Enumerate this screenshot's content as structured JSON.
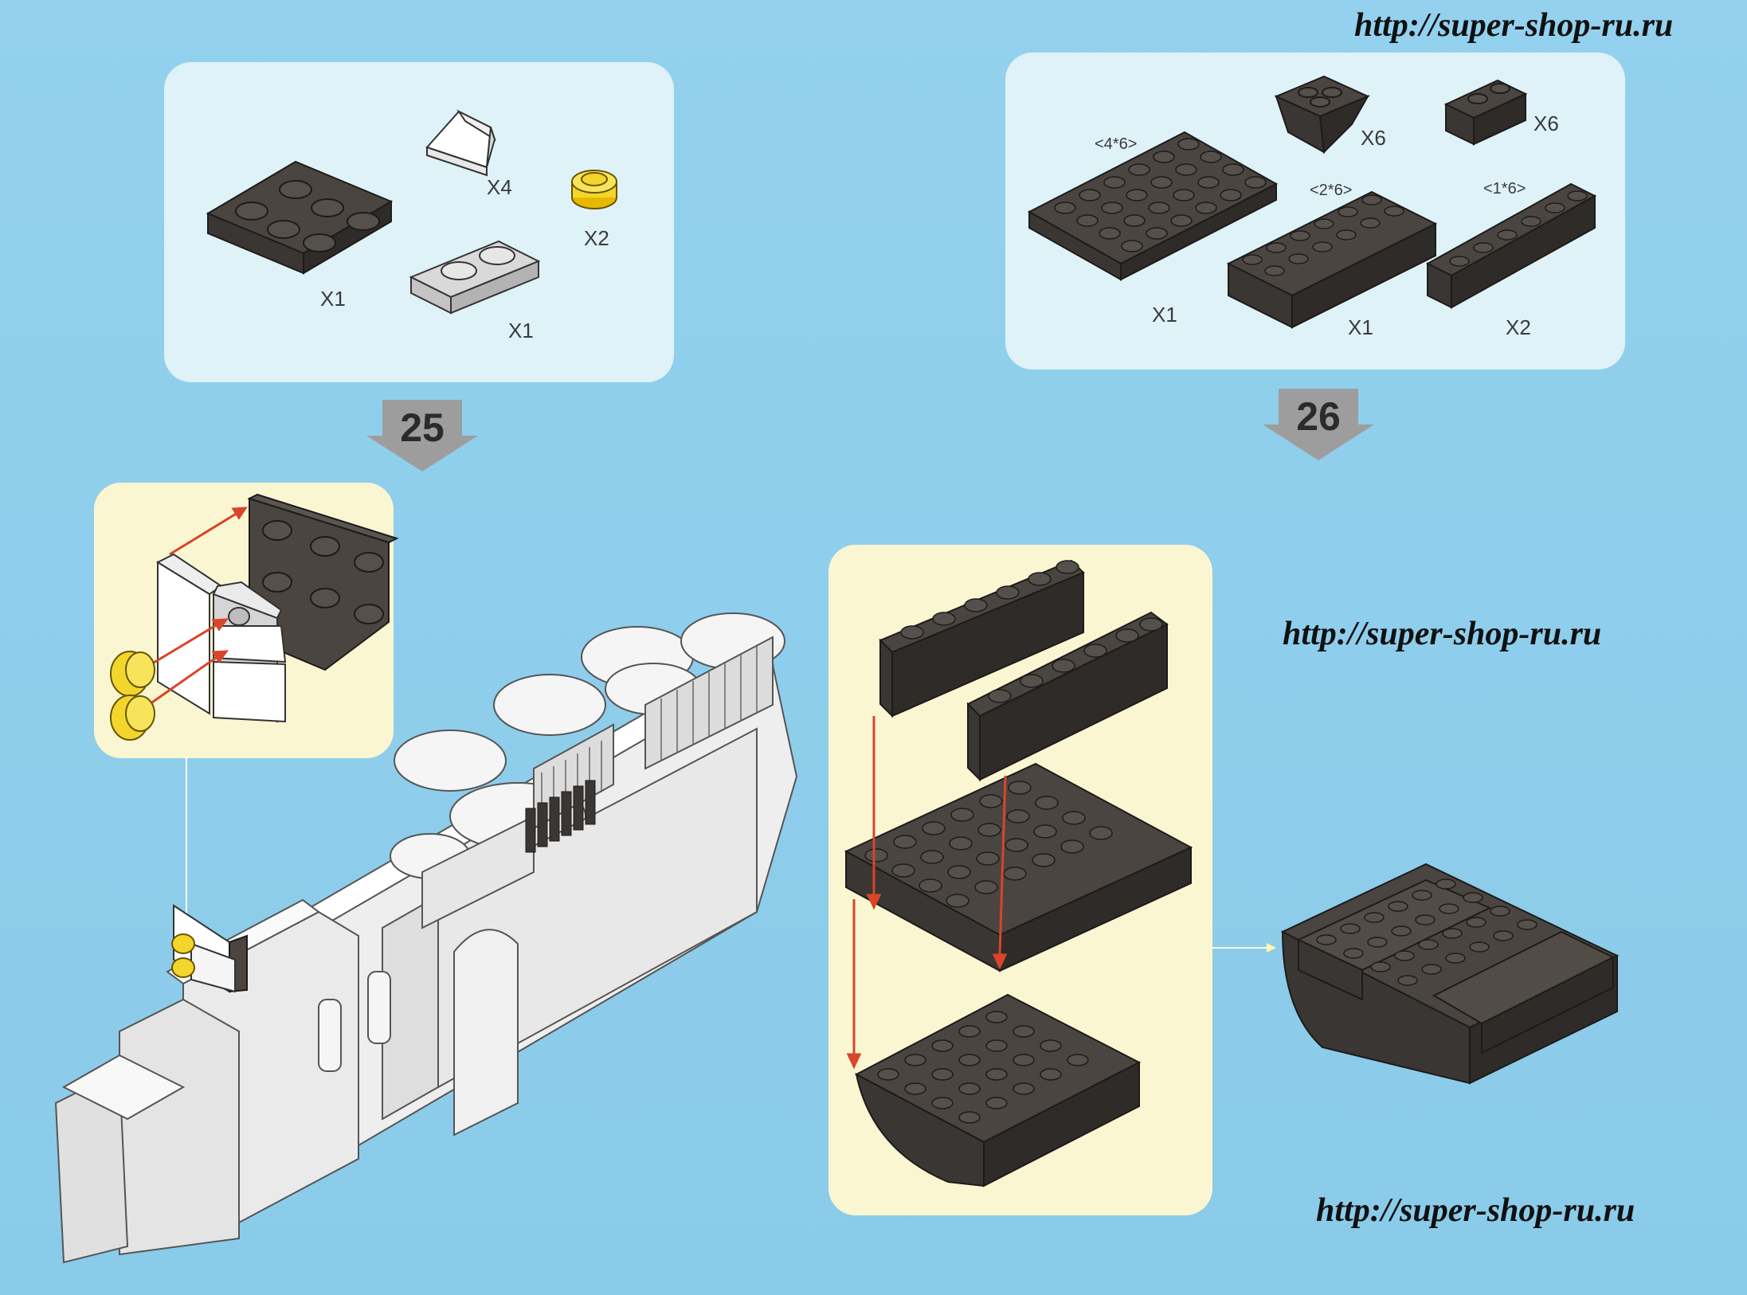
{
  "watermarks": [
    "http://super-shop-ru.ru",
    "http://super-shop-ru.ru",
    "http://super-shop-ru.ru"
  ],
  "step25": {
    "number": "25",
    "parts": [
      {
        "icon": "dark-plate-2x3",
        "qty": "X1"
      },
      {
        "icon": "white-slope",
        "qty": "X4"
      },
      {
        "icon": "yellow-round-stud",
        "qty": "X2"
      },
      {
        "icon": "light-gray-plate-1x2",
        "qty": "X1"
      }
    ]
  },
  "step26": {
    "number": "26",
    "parts": [
      {
        "icon": "dark-inverted-slope",
        "qty": "X6"
      },
      {
        "icon": "dark-brick-1x2",
        "qty": "X6"
      },
      {
        "icon": "dark-plate-4x6",
        "size": "<4*6>",
        "qty": "X1"
      },
      {
        "icon": "dark-brick-2x6",
        "size": "<2*6>",
        "qty": "X1"
      },
      {
        "icon": "dark-brick-1x6",
        "size": "<1*6>",
        "qty": "X2"
      }
    ]
  },
  "colors": {
    "background": "#8fcdea",
    "parts_panel": "#dff2f8",
    "subassembly_panel": "#fbf6d2",
    "brick_dark": "#4a4541",
    "arrow": "#d8452a",
    "stud_yellow": "#f3d62c"
  }
}
